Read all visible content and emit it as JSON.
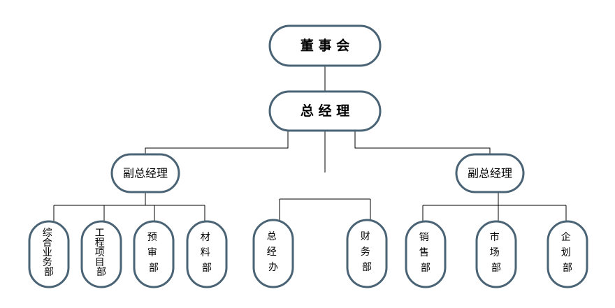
{
  "org_chart": {
    "board": "董 事 会",
    "general_manager": "总 经 理",
    "deputy_left": "副总经理",
    "deputy_right": "副总经理",
    "departments_left": [
      [
        "综",
        "合",
        "业",
        "务",
        "部"
      ],
      [
        "工",
        "程",
        "项",
        "目",
        "部"
      ],
      [
        "预",
        "审",
        "部"
      ],
      [
        "材",
        "料",
        "部"
      ]
    ],
    "departments_center": [
      [
        "总",
        "经",
        "办"
      ],
      [
        "财",
        "务",
        "部"
      ]
    ],
    "departments_right": [
      [
        "销",
        "售",
        "部"
      ],
      [
        "市",
        "场",
        "部"
      ],
      [
        "企",
        "划",
        "部"
      ]
    ]
  },
  "colors": {
    "node_border": "#4a6475",
    "line": "#000000",
    "text": "#000000"
  }
}
